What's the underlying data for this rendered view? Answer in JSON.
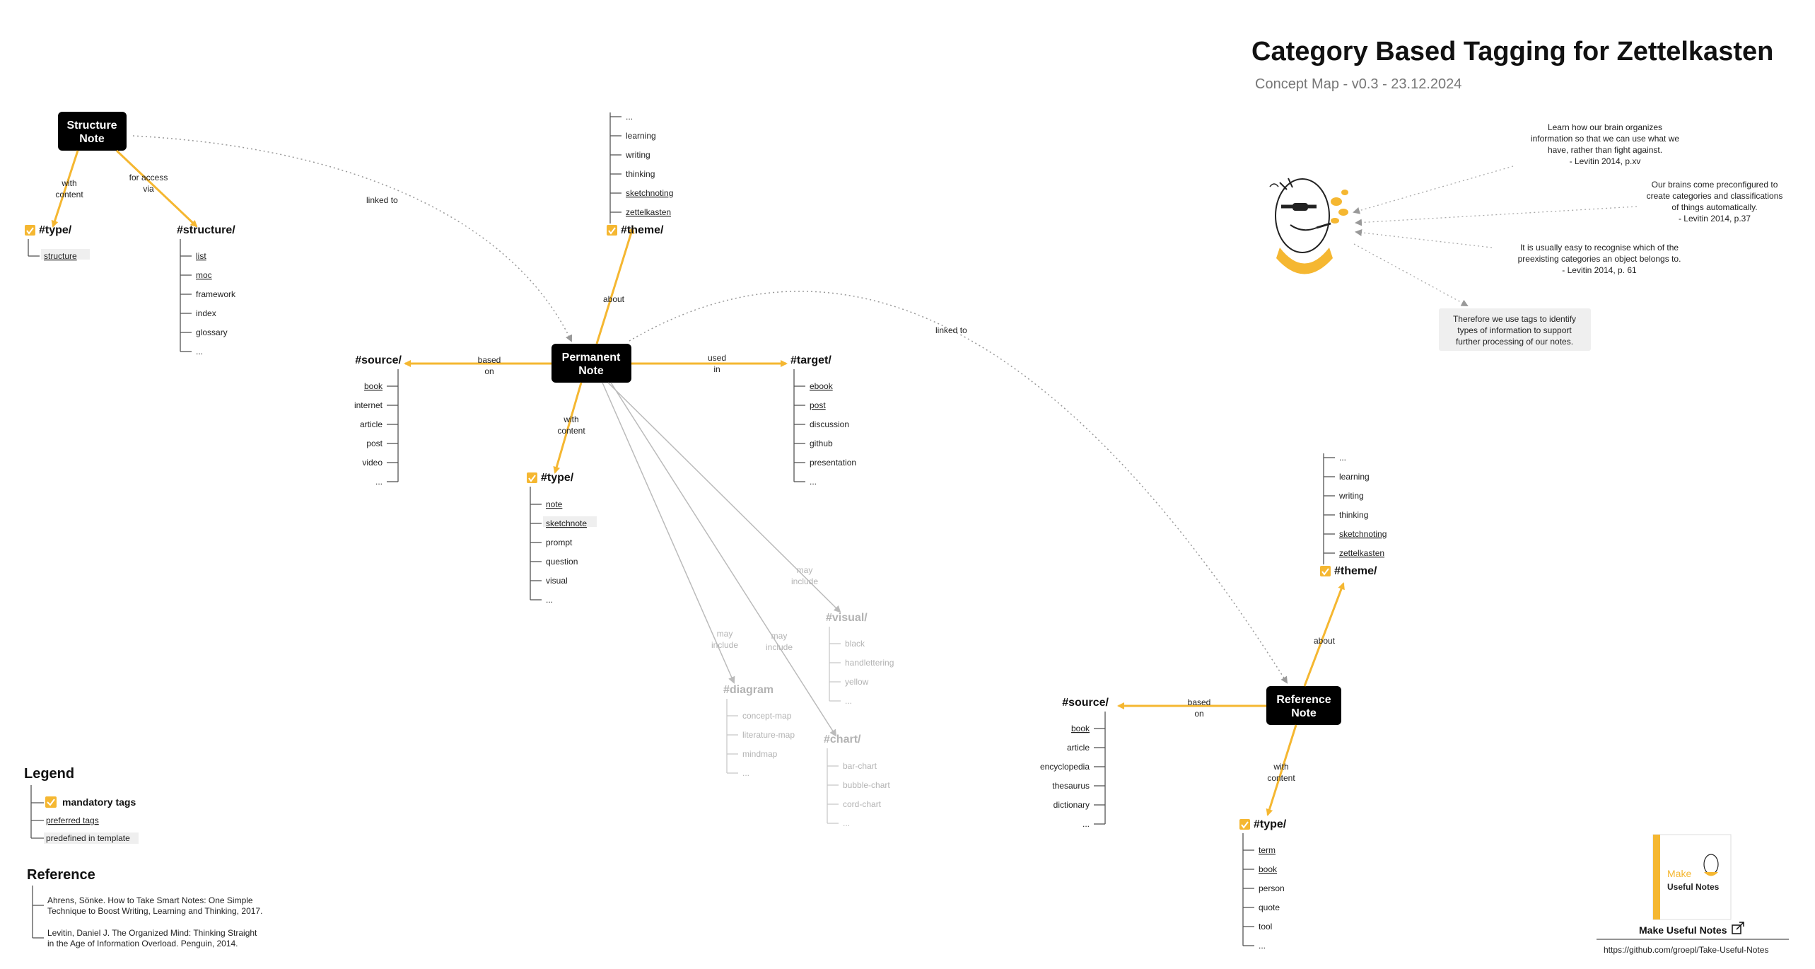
{
  "header": {
    "title": "Category Based Tagging for Zettelkasten",
    "subtitle": "Concept Map - v0.3 - 23.12.2024"
  },
  "colors": {
    "accent": "#f5b731",
    "node_bg": "#000000",
    "faded": "#b3b3b3",
    "tree_line": "#555555",
    "dotted": "#999999"
  },
  "nodes": {
    "structure": [
      "Structure",
      "Note"
    ],
    "permanent": [
      "Permanent",
      "Note"
    ],
    "reference": [
      "Reference",
      "Note"
    ]
  },
  "edges": {
    "with_content": [
      "with",
      "content"
    ],
    "for_access_via": [
      "for access",
      "via"
    ],
    "linked_to": "linked to",
    "about": "about",
    "based_on": [
      "based",
      "on"
    ],
    "used_in": [
      "used",
      "in"
    ],
    "may_include": [
      "may",
      "include"
    ]
  },
  "tags": {
    "s_type": {
      "label": "#type/",
      "items": [
        "structure"
      ]
    },
    "s_structure": {
      "label": "#structure/",
      "items": [
        "list",
        "moc",
        "framework",
        "index",
        "glossary",
        "..."
      ]
    },
    "p_theme": {
      "label": "#theme/",
      "items": [
        "...",
        "learning",
        "writing",
        "thinking",
        "sketchnoting",
        "zettelkasten"
      ]
    },
    "p_source": {
      "label": "#source/",
      "items": [
        "book",
        "internet",
        "article",
        "post",
        "video",
        "..."
      ]
    },
    "p_target": {
      "label": "#target/",
      "items": [
        "ebook",
        "post",
        "discussion",
        "github",
        "presentation",
        "..."
      ]
    },
    "p_type": {
      "label": "#type/",
      "items": [
        "note",
        "sketchnote",
        "prompt",
        "question",
        "visual",
        "..."
      ]
    },
    "p_visual": {
      "label": "#visual/",
      "items": [
        "black",
        "handlettering",
        "yellow",
        "..."
      ]
    },
    "p_diagram": {
      "label": "#diagram",
      "items": [
        "concept-map",
        "literature-map",
        "mindmap",
        "..."
      ]
    },
    "p_chart": {
      "label": "#chart/",
      "items": [
        "bar-chart",
        "bubble-chart",
        "cord-chart",
        "..."
      ]
    },
    "r_theme": {
      "label": "#theme/",
      "items": [
        "...",
        "learning",
        "writing",
        "thinking",
        "sketchnoting",
        "zettelkasten"
      ]
    },
    "r_source": {
      "label": "#source/",
      "items": [
        "book",
        "article",
        "encyclopedia",
        "thesaurus",
        "dictionary",
        "..."
      ]
    },
    "r_type": {
      "label": "#type/",
      "items": [
        "term",
        "book",
        "person",
        "quote",
        "tool",
        "..."
      ]
    }
  },
  "quotes": {
    "q1": [
      "Learn how our brain organizes",
      "information so that we can use what we",
      "have, rather than fight against.",
      "- Levitin 2014, p.xv"
    ],
    "q2": [
      "Our brains come preconfigured to",
      "create categories and classifications",
      "of things automatically.",
      "- Levitin 2014, p.37"
    ],
    "q3": [
      "It is usually easy to recognise which of the",
      "preexisting categories an object belongs to.",
      "- Levitin 2014, p. 61"
    ],
    "q4": [
      "Therefore we use tags to identify",
      "types of information to support",
      "further processing of our notes."
    ]
  },
  "legend": {
    "title": "Legend",
    "mandatory": "mandatory tags",
    "preferred": "preferred  tags",
    "predefined": "predefined in template"
  },
  "reference": {
    "title": "Reference",
    "r1": [
      "Ahrens, Sönke. How to Take Smart Notes: One Simple",
      "Technique to Boost Writing, Learning and Thinking, 2017."
    ],
    "r2": [
      "Levitin, Daniel J. The Organized Mind: Thinking Straight",
      "in the Age of Information Overload. Penguin, 2014."
    ]
  },
  "brand": {
    "name": "Make Useful Notes",
    "url": "https://github.com/groepl/Take-Useful-Notes",
    "cover_title": [
      "Make",
      "Useful Notes"
    ],
    "cover_icon": "external-link-icon"
  }
}
